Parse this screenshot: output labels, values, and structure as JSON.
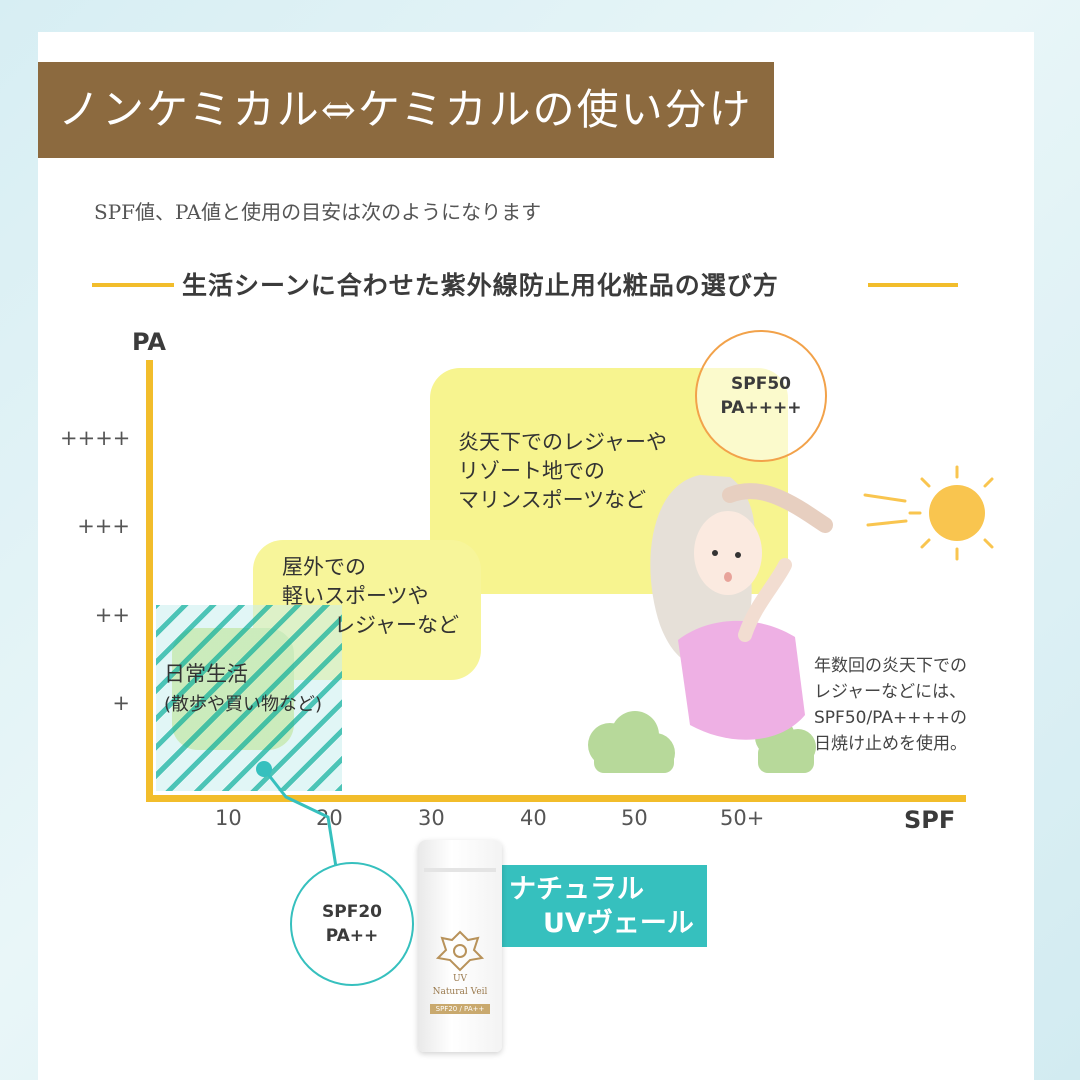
{
  "banner": {
    "title": "ノンケミカル⇔ケミカルの使い分け"
  },
  "subtitle": "SPF値、PA値と使用の目安は次のようになります",
  "heading": "生活シーンに合わせた紫外線防止用化粧品の選び方",
  "axes": {
    "y_label": "PA",
    "x_label": "SPF",
    "y_ticks": [
      "++++",
      "+++",
      "++",
      "+"
    ],
    "x_ticks": [
      "10",
      "20",
      "30",
      "40",
      "50",
      "50+"
    ]
  },
  "zones": {
    "daily": {
      "line1": "日常生活",
      "line2": "(散歩や買い物など)"
    },
    "outdoor": {
      "line1": "屋外での",
      "line2": "軽いスポーツや",
      "line3": "レジャーなど"
    },
    "leisure": {
      "line1": "炎天下でのレジャーや",
      "line2": "リゾート地での",
      "line3": "マリンスポーツなど"
    }
  },
  "circles": {
    "top": {
      "line1": "SPF50",
      "line2": "PA++++"
    },
    "bottom": {
      "line1": "SPF20",
      "line2": "PA++"
    }
  },
  "product": {
    "badge_line1": "ナチュラル",
    "badge_line2": "UVヴェール",
    "bottle_brand": "UV",
    "bottle_name": "Natural Veil",
    "bottle_label": "SPF20 / PA++"
  },
  "note": {
    "line1": "年数回の炎天下での",
    "line2": "レジャーなどには、",
    "line3": "SPF50/PA++++の",
    "line4": "日焼け止めを使用。"
  },
  "colors": {
    "banner": "#8c6a3f",
    "axis": "#f2bd2b",
    "zone_yellow": "#f7f48f",
    "zone_green": "#cde87a",
    "teal": "#36c0be",
    "orange_circle": "#f2a24a",
    "sun": "#f9c54f"
  }
}
